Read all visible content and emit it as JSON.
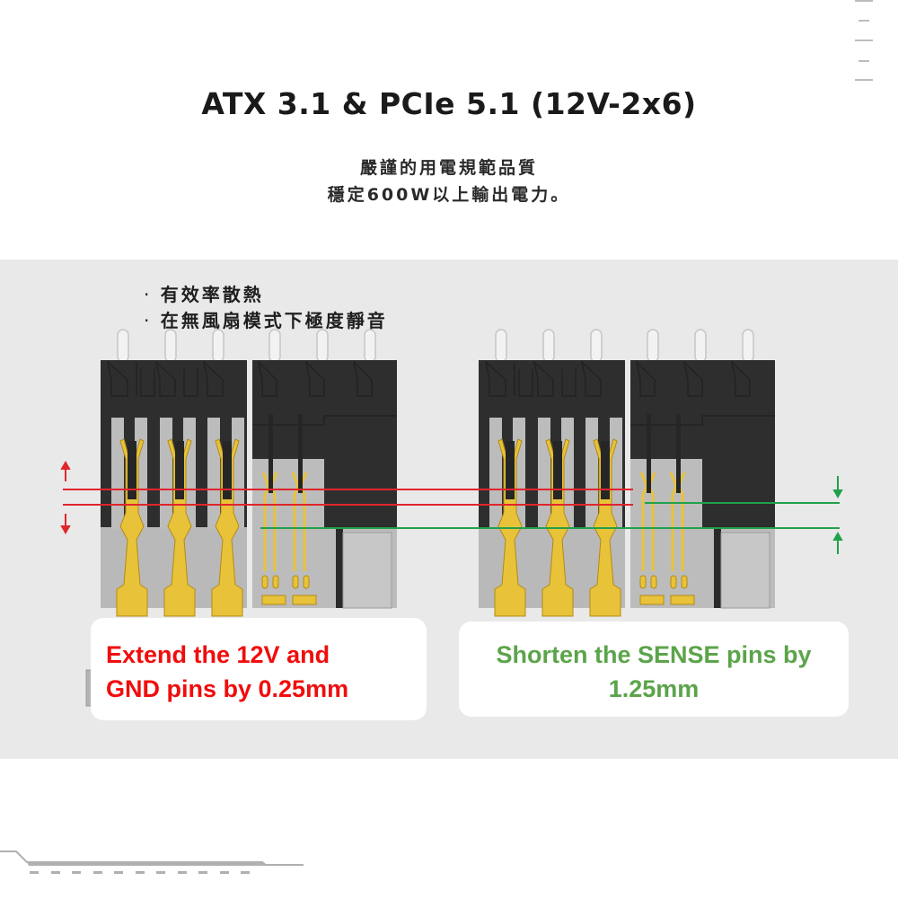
{
  "header": {
    "title": "ATX 3.1 & PCIe 5.1 (12V-2x6)",
    "subtitle_lines": [
      "嚴謹的用電規範品質",
      "穩定600W以上輸出電力。"
    ]
  },
  "features": {
    "items": [
      "有效率散熱",
      "在無風扇模式下極度靜音"
    ]
  },
  "diagram": {
    "left_connector": {
      "annotation": "Extend the 12V and GND pins by 0.25mm",
      "annotation_lines": [
        "Extend the 12V and",
        "GND pins by 0.25mm"
      ],
      "line_color": "#e0262b",
      "arrows": [
        "arrow-up-icon",
        "arrow-down-icon"
      ]
    },
    "right_connector": {
      "annotation": "Shorten the SENSE pins by 1.25mm",
      "annotation_lines": [
        "Shorten the SENSE pins by",
        "1.25mm"
      ],
      "line_color": "#22a04b",
      "arrows": [
        "arrow-down-icon",
        "arrow-up-icon"
      ]
    }
  },
  "colors": {
    "panel_bg": "#e9e9e9",
    "connector_body": "#2d2d2d",
    "pin_gold": "#e8c33a",
    "red_label": "#f00d0d",
    "green_label": "#5ba44a"
  }
}
